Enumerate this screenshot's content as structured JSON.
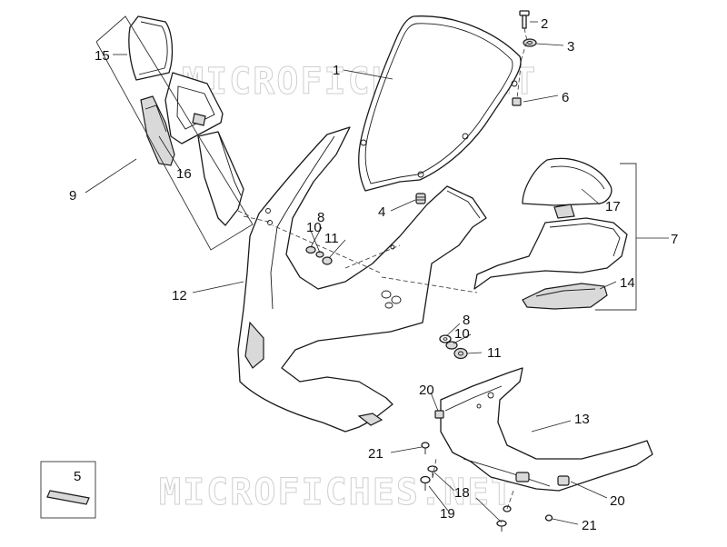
{
  "watermark": {
    "top": "MICROFICHES.NET",
    "bottom": "MICROFICHES.NET"
  },
  "callouts": {
    "c1": "1",
    "c2": "2",
    "c3": "3",
    "c4": "4",
    "c5": "5",
    "c6": "6",
    "c7": "7",
    "c8a": "8",
    "c8b": "8",
    "c9": "9",
    "c10a": "10",
    "c10b": "10",
    "c11a": "11",
    "c11b": "11",
    "c12": "12",
    "c13": "13",
    "c14": "14",
    "c15": "15",
    "c16": "16",
    "c17": "17",
    "c18": "18",
    "c19": "19",
    "c20a": "20",
    "c20b": "20",
    "c21a": "21",
    "c21b": "21"
  }
}
